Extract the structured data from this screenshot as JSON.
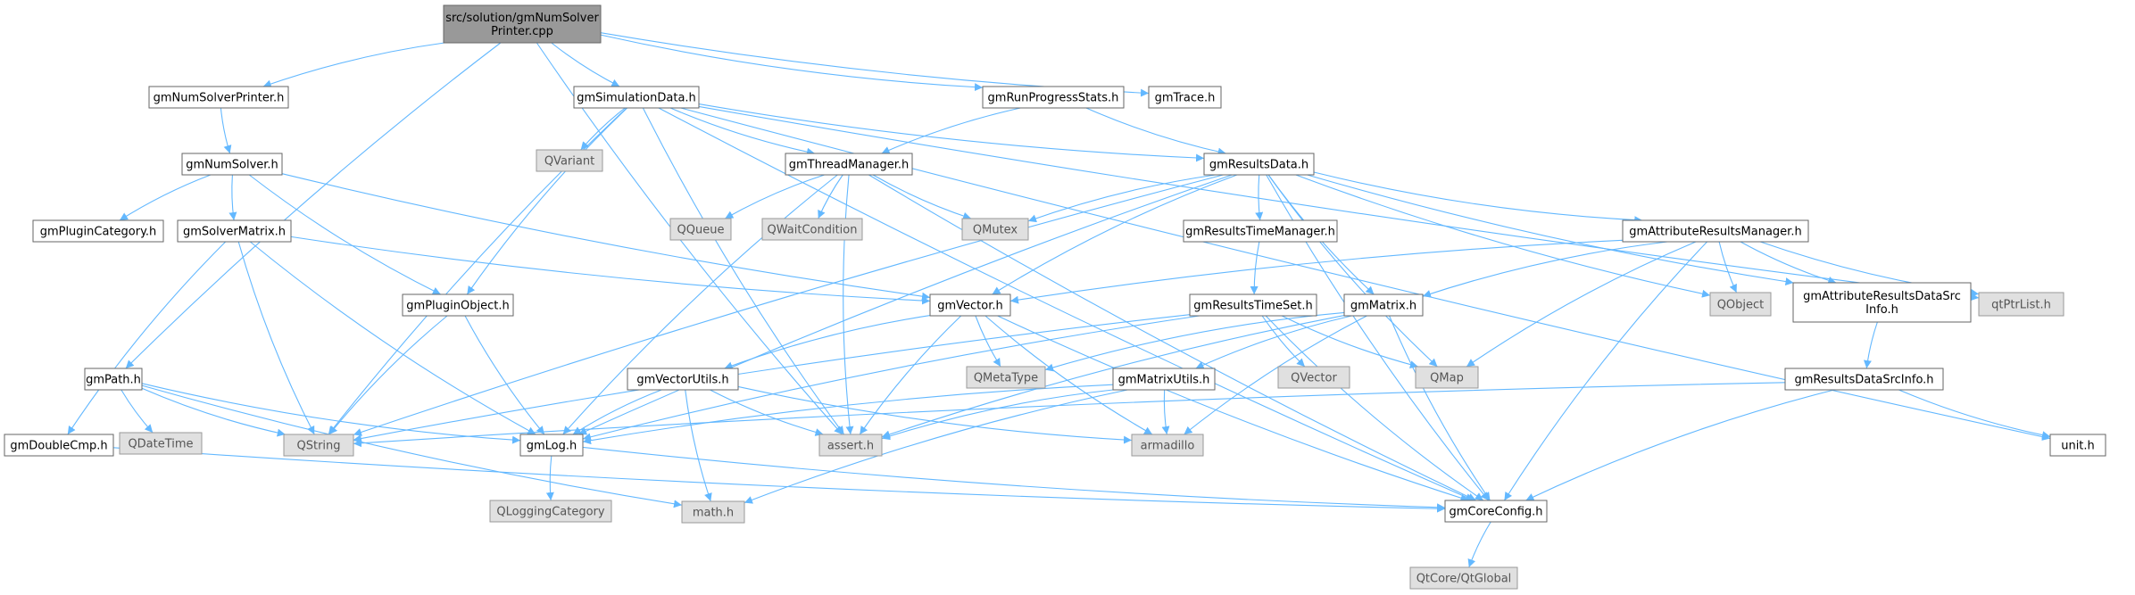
{
  "colors": {
    "edge": "#63b8ff",
    "node_fill": "#ffffff",
    "node_stroke": "#666666",
    "root_fill": "#999999",
    "root_stroke": "#666666",
    "external_fill": "#e0e0e0",
    "external_stroke": "#999999",
    "text": "#000000",
    "external_text": "#555555"
  },
  "nodes": [
    {
      "id": "root",
      "kind": "root",
      "lines": [
        "src/solution/gmNumSolver",
        "Printer.cpp"
      ]
    },
    {
      "id": "gmNumSolverPrinter",
      "kind": "normal",
      "lines": [
        "gmNumSolverPrinter.h"
      ]
    },
    {
      "id": "gmSimulationData",
      "kind": "normal",
      "lines": [
        "gmSimulationData.h"
      ]
    },
    {
      "id": "gmRunProgressStats",
      "kind": "normal",
      "lines": [
        "gmRunProgressStats.h"
      ]
    },
    {
      "id": "gmTrace",
      "kind": "normal",
      "lines": [
        "gmTrace.h"
      ]
    },
    {
      "id": "gmNumSolver",
      "kind": "normal",
      "lines": [
        "gmNumSolver.h"
      ]
    },
    {
      "id": "QVariant",
      "kind": "external",
      "lines": [
        "QVariant"
      ]
    },
    {
      "id": "gmThreadManager",
      "kind": "normal",
      "lines": [
        "gmThreadManager.h"
      ]
    },
    {
      "id": "gmResultsData",
      "kind": "normal",
      "lines": [
        "gmResultsData.h"
      ]
    },
    {
      "id": "gmPluginCategory",
      "kind": "normal",
      "lines": [
        "gmPluginCategory.h"
      ]
    },
    {
      "id": "gmSolverMatrix",
      "kind": "normal",
      "lines": [
        "gmSolverMatrix.h"
      ]
    },
    {
      "id": "QQueue",
      "kind": "external",
      "lines": [
        "QQueue"
      ]
    },
    {
      "id": "QWaitCondition",
      "kind": "external",
      "lines": [
        "QWaitCondition"
      ]
    },
    {
      "id": "QMutex",
      "kind": "external",
      "lines": [
        "QMutex"
      ]
    },
    {
      "id": "gmResultsTimeManager",
      "kind": "normal",
      "lines": [
        "gmResultsTimeManager.h"
      ]
    },
    {
      "id": "gmAttributeResultsManager",
      "kind": "normal",
      "lines": [
        "gmAttributeResultsManager.h"
      ]
    },
    {
      "id": "gmPluginObject",
      "kind": "normal",
      "lines": [
        "gmPluginObject.h"
      ]
    },
    {
      "id": "gmVector",
      "kind": "normal",
      "lines": [
        "gmVector.h"
      ]
    },
    {
      "id": "gmResultsTimeSet",
      "kind": "normal",
      "lines": [
        "gmResultsTimeSet.h"
      ]
    },
    {
      "id": "gmMatrix",
      "kind": "normal",
      "lines": [
        "gmMatrix.h"
      ]
    },
    {
      "id": "QObject",
      "kind": "external",
      "lines": [
        "QObject"
      ]
    },
    {
      "id": "gmAttributeResultsDataSrcInfo",
      "kind": "normal",
      "lines": [
        "gmAttributeResultsDataSrc",
        "Info.h"
      ]
    },
    {
      "id": "qtPtrList",
      "kind": "external",
      "lines": [
        "qtPtrList.h"
      ]
    },
    {
      "id": "gmPath",
      "kind": "normal",
      "lines": [
        "gmPath.h"
      ]
    },
    {
      "id": "gmVectorUtils",
      "kind": "normal",
      "lines": [
        "gmVectorUtils.h"
      ]
    },
    {
      "id": "QMetaType",
      "kind": "external",
      "lines": [
        "QMetaType"
      ]
    },
    {
      "id": "gmMatrixUtils",
      "kind": "normal",
      "lines": [
        "gmMatrixUtils.h"
      ]
    },
    {
      "id": "QVector",
      "kind": "external",
      "lines": [
        "QVector"
      ]
    },
    {
      "id": "QMap",
      "kind": "external",
      "lines": [
        "QMap"
      ]
    },
    {
      "id": "gmResultsDataSrcInfo",
      "kind": "normal",
      "lines": [
        "gmResultsDataSrcInfo.h"
      ]
    },
    {
      "id": "gmDoubleCmp",
      "kind": "normal",
      "lines": [
        "gmDoubleCmp.h"
      ]
    },
    {
      "id": "QDateTime",
      "kind": "external",
      "lines": [
        "QDateTime"
      ]
    },
    {
      "id": "QString",
      "kind": "external",
      "lines": [
        "QString"
      ]
    },
    {
      "id": "gmLog",
      "kind": "normal",
      "lines": [
        "gmLog.h"
      ]
    },
    {
      "id": "assert",
      "kind": "external",
      "lines": [
        "assert.h"
      ]
    },
    {
      "id": "armadillo",
      "kind": "external",
      "lines": [
        "armadillo"
      ]
    },
    {
      "id": "unit",
      "kind": "normal",
      "lines": [
        "unit.h"
      ]
    },
    {
      "id": "QLoggingCategory",
      "kind": "external",
      "lines": [
        "QLoggingCategory"
      ]
    },
    {
      "id": "math",
      "kind": "external",
      "lines": [
        "math.h"
      ]
    },
    {
      "id": "gmCoreConfig",
      "kind": "normal",
      "lines": [
        "gmCoreConfig.h"
      ]
    },
    {
      "id": "QtGlobal",
      "kind": "external",
      "lines": [
        "QtCore/QtGlobal"
      ]
    }
  ],
  "edges": [
    [
      "root",
      "gmNumSolverPrinter"
    ],
    [
      "root",
      "gmSimulationData"
    ],
    [
      "root",
      "gmRunProgressStats"
    ],
    [
      "root",
      "gmTrace"
    ],
    [
      "root",
      "gmPath"
    ],
    [
      "root",
      "assert"
    ],
    [
      "gmNumSolverPrinter",
      "gmNumSolver"
    ],
    [
      "gmNumSolver",
      "gmPluginCategory"
    ],
    [
      "gmNumSolver",
      "gmSolverMatrix"
    ],
    [
      "gmNumSolver",
      "gmPluginObject"
    ],
    [
      "gmNumSolver",
      "gmVector"
    ],
    [
      "gmSimulationData",
      "QVariant"
    ],
    [
      "gmSimulationData",
      "gmThreadManager"
    ],
    [
      "gmSimulationData",
      "gmResultsData"
    ],
    [
      "gmSimulationData",
      "gmPluginObject"
    ],
    [
      "gmSimulationData",
      "QString"
    ],
    [
      "gmSimulationData",
      "assert"
    ],
    [
      "gmSimulationData",
      "gmCoreConfig"
    ],
    [
      "gmSimulationData",
      "qtPtrList"
    ],
    [
      "gmSimulationData",
      "unit"
    ],
    [
      "gmRunProgressStats",
      "gmThreadManager"
    ],
    [
      "gmRunProgressStats",
      "gmResultsData"
    ],
    [
      "gmThreadManager",
      "QQueue"
    ],
    [
      "gmThreadManager",
      "QWaitCondition"
    ],
    [
      "gmThreadManager",
      "QMutex"
    ],
    [
      "gmThreadManager",
      "gmLog"
    ],
    [
      "gmThreadManager",
      "assert"
    ],
    [
      "gmThreadManager",
      "gmCoreConfig"
    ],
    [
      "gmResultsData",
      "QMutex"
    ],
    [
      "gmResultsData",
      "gmResultsTimeManager"
    ],
    [
      "gmResultsData",
      "gmAttributeResultsManager"
    ],
    [
      "gmResultsData",
      "gmVector"
    ],
    [
      "gmResultsData",
      "gmMatrix"
    ],
    [
      "gmResultsData",
      "QObject"
    ],
    [
      "gmResultsData",
      "gmAttributeResultsDataSrcInfo"
    ],
    [
      "gmResultsData",
      "QMap"
    ],
    [
      "gmResultsData",
      "QString"
    ],
    [
      "gmResultsData",
      "gmLog"
    ],
    [
      "gmResultsData",
      "gmCoreConfig"
    ],
    [
      "gmSolverMatrix",
      "gmVector"
    ],
    [
      "gmSolverMatrix",
      "gmDoubleCmp"
    ],
    [
      "gmSolverMatrix",
      "QString"
    ],
    [
      "gmSolverMatrix",
      "gmLog"
    ],
    [
      "gmResultsTimeManager",
      "gmResultsTimeSet"
    ],
    [
      "gmAttributeResultsManager",
      "gmVector"
    ],
    [
      "gmAttributeResultsManager",
      "gmMatrix"
    ],
    [
      "gmAttributeResultsManager",
      "QObject"
    ],
    [
      "gmAttributeResultsManager",
      "gmAttributeResultsDataSrcInfo"
    ],
    [
      "gmAttributeResultsManager",
      "qtPtrList"
    ],
    [
      "gmAttributeResultsManager",
      "QMap"
    ],
    [
      "gmAttributeResultsManager",
      "gmCoreConfig"
    ],
    [
      "gmPluginObject",
      "QString"
    ],
    [
      "gmPluginObject",
      "gmLog"
    ],
    [
      "gmVector",
      "gmVectorUtils"
    ],
    [
      "gmVector",
      "QMetaType"
    ],
    [
      "gmVector",
      "assert"
    ],
    [
      "gmVector",
      "armadillo"
    ],
    [
      "gmVector",
      "gmCoreConfig"
    ],
    [
      "gmResultsTimeSet",
      "QVector"
    ],
    [
      "gmResultsTimeSet",
      "QMap"
    ],
    [
      "gmResultsTimeSet",
      "QString"
    ],
    [
      "gmResultsTimeSet",
      "gmLog"
    ],
    [
      "gmResultsTimeSet",
      "gmCoreConfig"
    ],
    [
      "gmMatrix",
      "gmMatrixUtils"
    ],
    [
      "gmMatrix",
      "QMetaType"
    ],
    [
      "gmMatrix",
      "assert"
    ],
    [
      "gmMatrix",
      "armadillo"
    ],
    [
      "gmMatrix",
      "gmCoreConfig"
    ],
    [
      "gmAttributeResultsDataSrcInfo",
      "gmResultsDataSrcInfo"
    ],
    [
      "gmPath",
      "QDateTime"
    ],
    [
      "gmPath",
      "QString"
    ],
    [
      "gmPath",
      "gmLog"
    ],
    [
      "gmPath",
      "math"
    ],
    [
      "gmVectorUtils",
      "gmLog"
    ],
    [
      "gmVectorUtils",
      "assert"
    ],
    [
      "gmVectorUtils",
      "math"
    ],
    [
      "gmVectorUtils",
      "armadillo"
    ],
    [
      "gmMatrixUtils",
      "gmLog"
    ],
    [
      "gmMatrixUtils",
      "assert"
    ],
    [
      "gmMatrixUtils",
      "math"
    ],
    [
      "gmMatrixUtils",
      "armadillo"
    ],
    [
      "gmResultsDataSrcInfo",
      "QString"
    ],
    [
      "gmResultsDataSrcInfo",
      "unit"
    ],
    [
      "gmResultsDataSrcInfo",
      "gmCoreConfig"
    ],
    [
      "gmDoubleCmp",
      "gmCoreConfig"
    ],
    [
      "gmLog",
      "QLoggingCategory"
    ],
    [
      "gmLog",
      "gmCoreConfig"
    ],
    [
      "gmCoreConfig",
      "QtGlobal"
    ]
  ]
}
